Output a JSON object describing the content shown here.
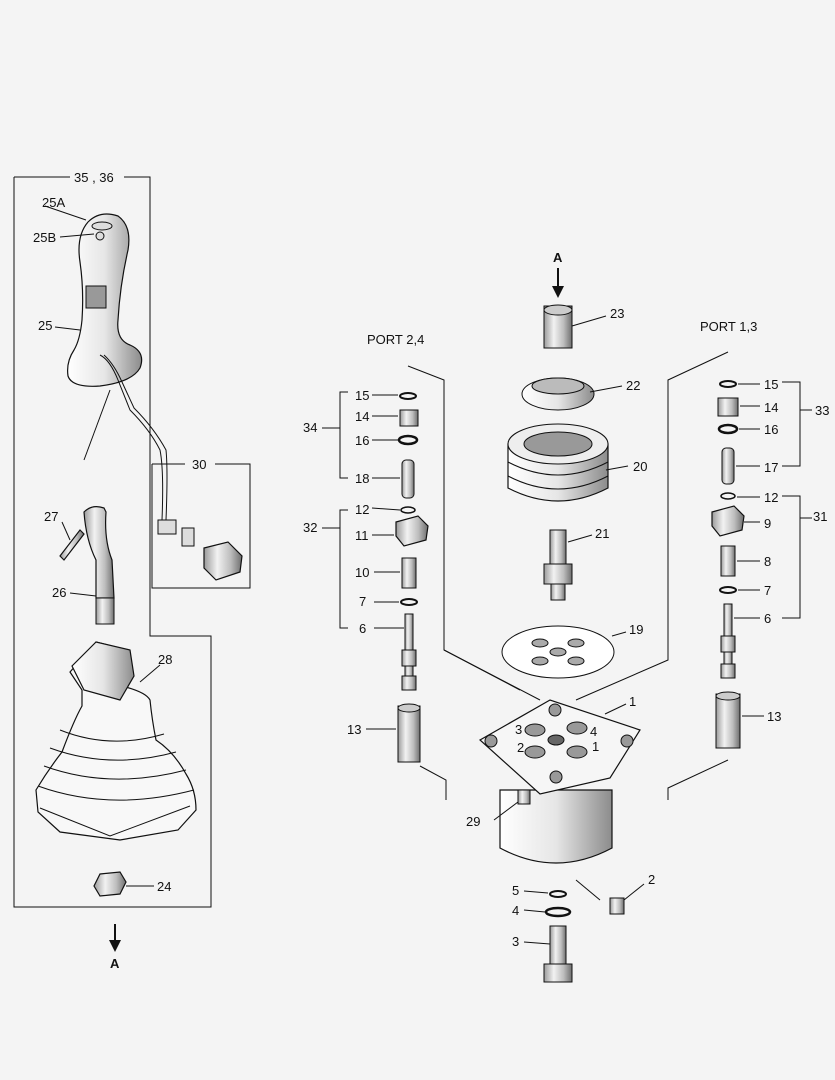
{
  "diagram": {
    "view_marker": "A",
    "port_left": "PORT 2,4",
    "port_right": "PORT 1,3",
    "labels": {
      "p35_36": "35 , 36",
      "p25A": "25A",
      "p25B": "25B",
      "p25": "25",
      "p30": "30",
      "p27": "27",
      "p26": "26",
      "p28": "28",
      "p24": "24",
      "p23": "23",
      "p22": "22",
      "p20": "20",
      "p21": "21",
      "p19": "19",
      "p1a": "1",
      "p1b": "1",
      "p2a": "2",
      "p2b": "2",
      "p3a": "3",
      "p3b": "3",
      "p4a": "4",
      "p4b": "4",
      "p5": "5",
      "p29": "29",
      "L15": "15",
      "L14": "14",
      "L16": "16",
      "L18": "18",
      "L34": "34",
      "L12": "12",
      "L11": "11",
      "L32": "32",
      "L10": "10",
      "L7": "7",
      "L6": "6",
      "L13": "13",
      "R15": "15",
      "R14": "14",
      "R16": "16",
      "R17": "17",
      "R33": "33",
      "R12": "12",
      "R9": "9",
      "R31": "31",
      "R8": "8",
      "R7": "7",
      "R6": "6",
      "R13": "13"
    }
  },
  "colors": {
    "line": "#111111",
    "background": "#f4f4f4",
    "part_fill": "#ffffff",
    "part_shade": "#c8c8c8",
    "part_dark": "#8a8a8a"
  }
}
